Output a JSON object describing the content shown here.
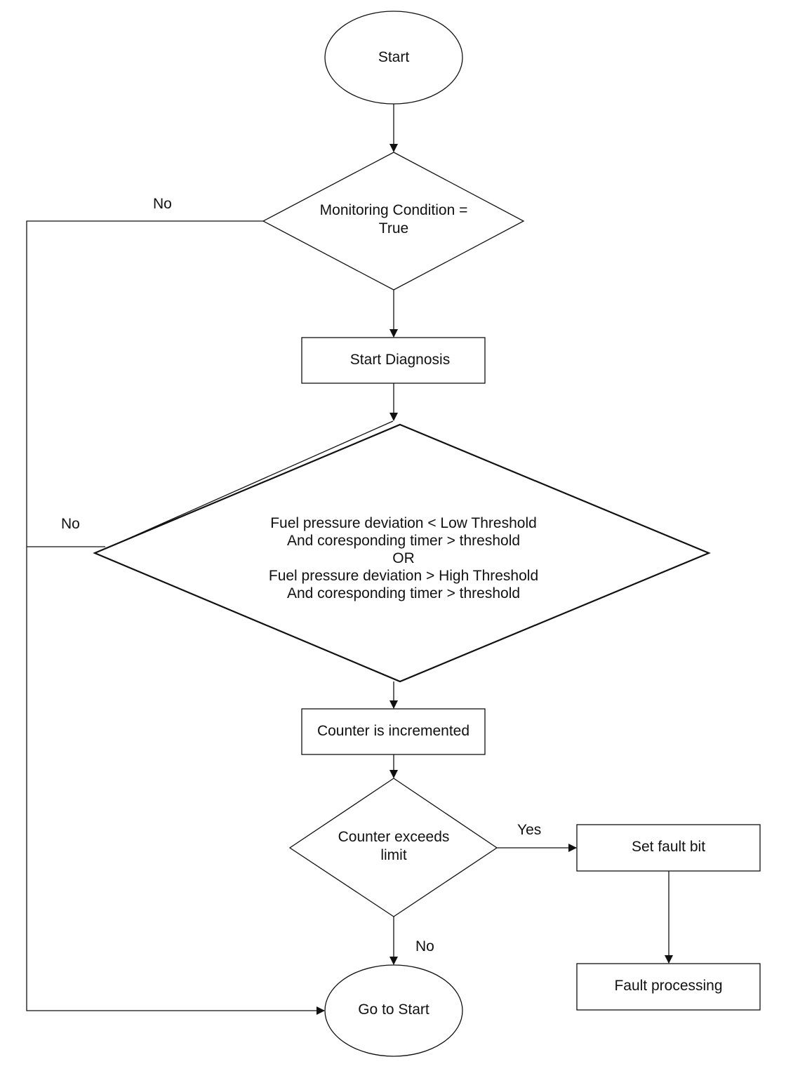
{
  "nodes": {
    "start": "Start",
    "monitoring": [
      "Monitoring Condition =",
      "True"
    ],
    "start_diagnosis": "Start Diagnosis",
    "pressure_check": [
      "Fuel pressure deviation < Low Threshold",
      "And coresponding timer > threshold",
      "OR",
      "Fuel pressure deviation > High Threshold",
      "And coresponding timer > threshold"
    ],
    "counter_increment": "Counter is incremented",
    "counter_exceeds": [
      "Counter exceeds",
      "limit"
    ],
    "set_fault": "Set fault bit",
    "fault_processing": "Fault processing",
    "go_to_start": "Go to Start"
  },
  "edges": {
    "monitoring_no": "No",
    "pressure_no": "No",
    "exceeds_yes": "Yes",
    "exceeds_no": "No"
  }
}
